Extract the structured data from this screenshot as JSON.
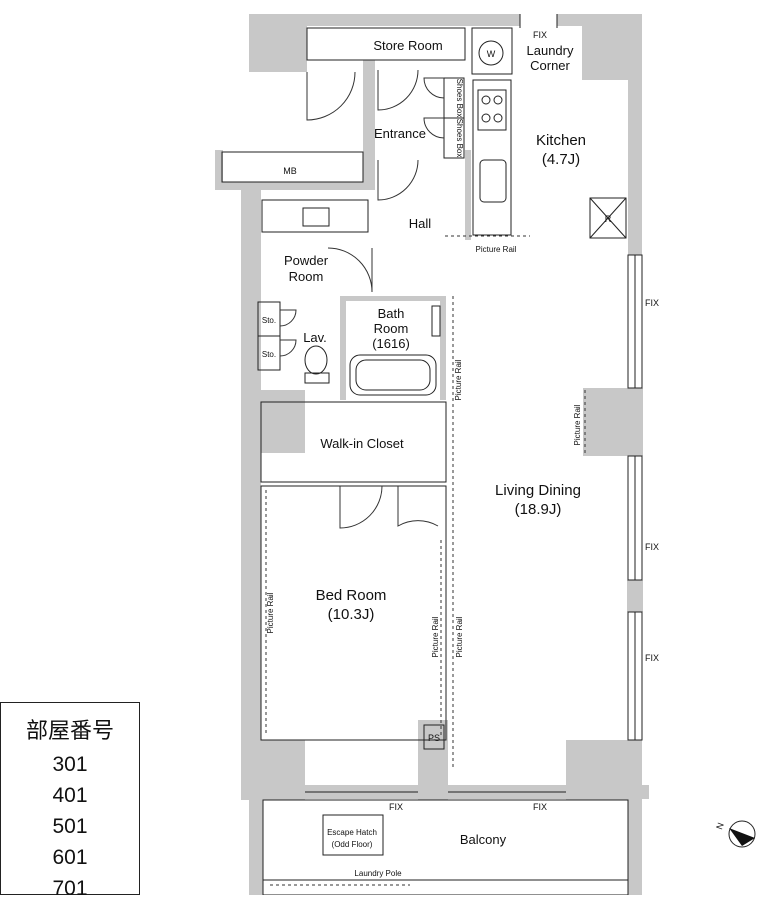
{
  "rooms": {
    "store_room": "Store Room",
    "fix_laundry": "FIX",
    "laundry_line1": "Laundry",
    "laundry_line2": "Corner",
    "washer": "W",
    "shoes_box_1": "Shoes Box",
    "shoes_box_2": "Shoes Box",
    "entrance": "Entrance",
    "kitchen": "Kitchen",
    "kitchen_size": "(4.7J)",
    "mb": "MB",
    "hall": "Hall",
    "refrigerator": "R",
    "powder_line1": "Powder",
    "powder_line2": "Room",
    "bath_line1": "Bath",
    "bath_line2": "Room",
    "bath_size": "(1616)",
    "storage_1": "Sto.",
    "storage_2": "Sto.",
    "lavatory": "Lav.",
    "walk_in_closet": "Walk-in Closet",
    "living_dining": "Living Dining",
    "living_size": "(18.9J)",
    "bed_room": "Bed Room",
    "bed_size": "(10.3J)",
    "ps": "PS",
    "escape_line1": "Escape Hatch",
    "escape_line2": "(Odd Floor)",
    "balcony": "Balcony",
    "laundry_pole": "Laundry Pole",
    "north": "N"
  },
  "picture_rails": {
    "kitchen": "Picture Rail",
    "bath_side": "Picture Rail",
    "living_column": "Picture Rail",
    "bed_left": "Picture Rail",
    "bed_right": "Picture Rail",
    "living_lower": "Picture Rail"
  },
  "fix_windows": {
    "right_upper": "FIX",
    "right_middle": "FIX",
    "right_lower": "FIX",
    "bottom_left": "FIX",
    "bottom_right": "FIX"
  },
  "unit_box": {
    "title": "部屋番号",
    "units": [
      "301",
      "401",
      "501",
      "601",
      "701"
    ]
  }
}
